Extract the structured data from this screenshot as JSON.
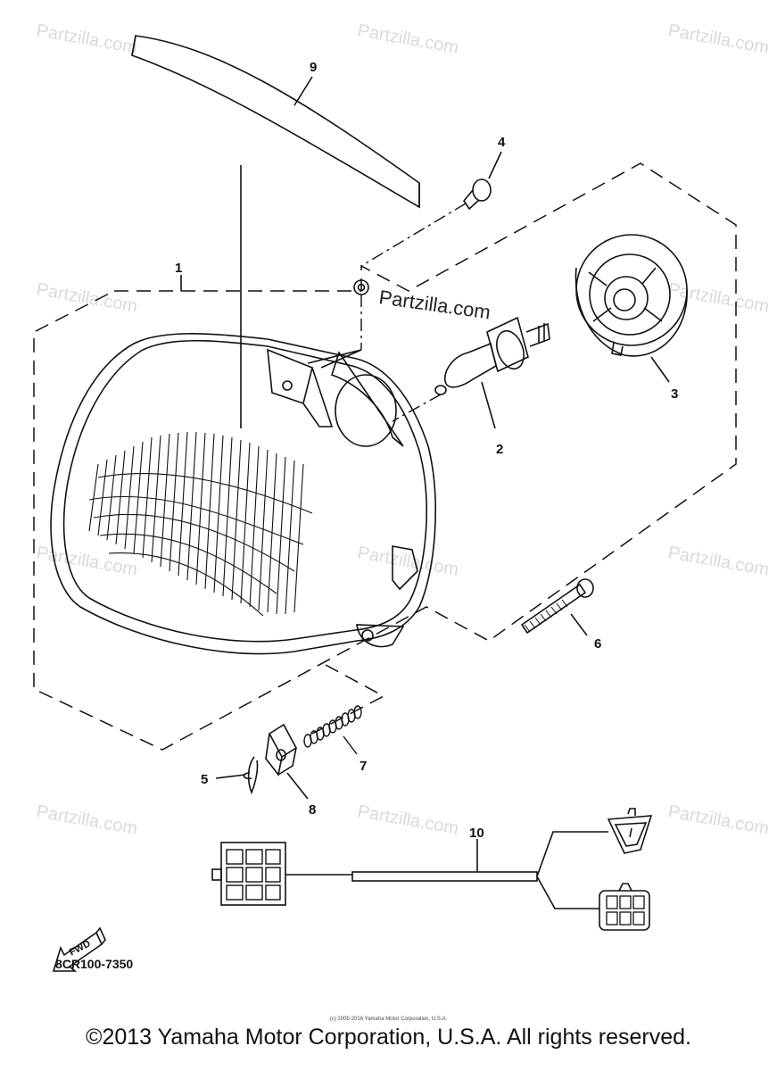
{
  "watermark": "Partzilla.com",
  "callouts": [
    "1",
    "2",
    "3",
    "4",
    "5",
    "6",
    "7",
    "8",
    "9",
    "10"
  ],
  "fwd_label": "FWD",
  "diagram_code": "8CR100-7350",
  "tiny_notice": "(c) 2005-2016 Yamaha Motor Corporation, U.S.A.",
  "copyright": "©2013 Yamaha Motor Corporation, U.S.A. All rights reserved."
}
